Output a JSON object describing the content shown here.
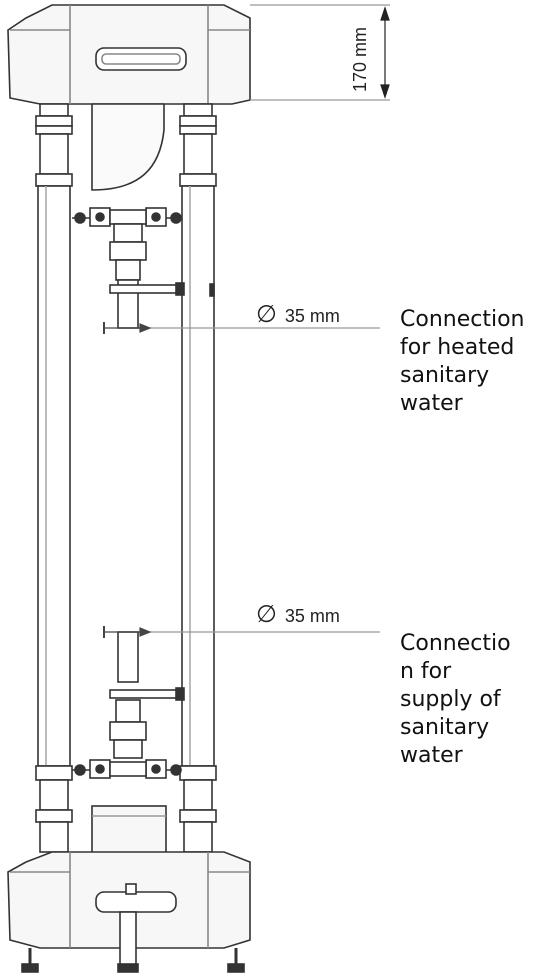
{
  "dimensions": {
    "top_height": "170 mm",
    "upper_diameter": "35 mm",
    "lower_diameter": "35 mm",
    "diameter_symbol": "∅"
  },
  "callouts": {
    "upper": [
      "Connection",
      "for heated",
      "sanitary",
      "water"
    ],
    "lower": [
      "Connectio",
      "n for",
      "supply of",
      "sanitary",
      "water"
    ]
  }
}
